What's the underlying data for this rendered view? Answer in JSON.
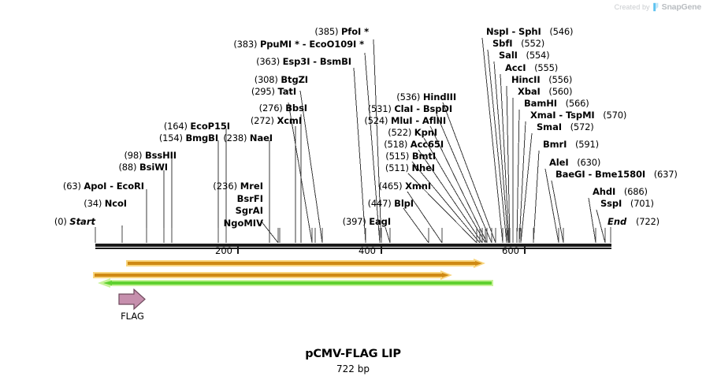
{
  "watermark": {
    "prefix": "Created by",
    "brand": "SnapGene",
    "logo_icon": "snapgene-logo-icon",
    "color": "#c3c7cb"
  },
  "map": {
    "title": "pCMV-FLAG LIP",
    "length_label": "722 bp",
    "sequence_length": 722,
    "start_label": "Start",
    "end_label": "End",
    "start_pos": "(0)",
    "end_pos": "(722)",
    "backbone_color": "#1a1a1a",
    "ruler_ticks": [
      {
        "label": "200",
        "value": 200
      },
      {
        "label": "400",
        "value": 400
      },
      {
        "label": "600",
        "value": 600
      }
    ]
  },
  "sites": [
    {
      "pos": "(34)",
      "value": 34,
      "names": [
        "NcoI"
      ]
    },
    {
      "pos": "(63)",
      "value": 63,
      "names": [
        "ApoI",
        "EcoRI"
      ]
    },
    {
      "pos": "(88)",
      "value": 88,
      "names": [
        "BsiWI"
      ]
    },
    {
      "pos": "(98)",
      "value": 98,
      "names": [
        "BssHII"
      ]
    },
    {
      "pos": "(154)",
      "value": 154,
      "names": [
        "BmgBI"
      ]
    },
    {
      "pos": "(164)",
      "value": 164,
      "names": [
        "EcoP15I"
      ]
    },
    {
      "pos": "(236)",
      "value": 236,
      "names": [
        "MreI",
        "BsrFI",
        "SgrAI",
        "NgoMIV"
      ]
    },
    {
      "pos": "(238)",
      "value": 238,
      "names": [
        "NaeI"
      ]
    },
    {
      "pos": "(272)",
      "value": 272,
      "names": [
        "XcmI"
      ]
    },
    {
      "pos": "(276)",
      "value": 276,
      "names": [
        "BbsI"
      ]
    },
    {
      "pos": "(295)",
      "value": 295,
      "names": [
        "TatI"
      ]
    },
    {
      "pos": "(308)",
      "value": 308,
      "names": [
        "BtgZI"
      ]
    },
    {
      "pos": "(363)",
      "value": 363,
      "names": [
        "Esp3I",
        "BsmBI"
      ]
    },
    {
      "pos": "(383)",
      "value": 383,
      "names": [
        "PpuMI *",
        "EcoO109I *"
      ]
    },
    {
      "pos": "(385)",
      "value": 385,
      "names": [
        "PfoI *"
      ]
    },
    {
      "pos": "(397)",
      "value": 397,
      "names": [
        "EagI"
      ]
    },
    {
      "pos": "(447)",
      "value": 447,
      "names": [
        "BlpI"
      ]
    },
    {
      "pos": "(465)",
      "value": 465,
      "names": [
        "XmnI"
      ]
    },
    {
      "pos": "(511)",
      "value": 511,
      "names": [
        "NheI"
      ]
    },
    {
      "pos": "(515)",
      "value": 515,
      "names": [
        "BmtI"
      ]
    },
    {
      "pos": "(518)",
      "value": 518,
      "names": [
        "Acc65I"
      ]
    },
    {
      "pos": "(522)",
      "value": 522,
      "names": [
        "KpnI"
      ]
    },
    {
      "pos": "(524)",
      "value": 524,
      "names": [
        "MluI",
        "AflIII"
      ]
    },
    {
      "pos": "(531)",
      "value": 531,
      "names": [
        "ClaI",
        "BspDI"
      ]
    },
    {
      "pos": "(536)",
      "value": 536,
      "names": [
        "HindIII"
      ]
    },
    {
      "pos": "(546)",
      "value": 546,
      "names": [
        "NspI",
        "SphI"
      ]
    },
    {
      "pos": "(552)",
      "value": 552,
      "names": [
        "SbfI"
      ]
    },
    {
      "pos": "(554)",
      "value": 554,
      "names": [
        "SalI"
      ]
    },
    {
      "pos": "(555)",
      "value": 555,
      "names": [
        "AccI"
      ]
    },
    {
      "pos": "(556)",
      "value": 556,
      "names": [
        "HincII"
      ]
    },
    {
      "pos": "(560)",
      "value": 560,
      "names": [
        "XbaI"
      ]
    },
    {
      "pos": "(566)",
      "value": 566,
      "names": [
        "BamHI"
      ]
    },
    {
      "pos": "(570)",
      "value": 570,
      "names": [
        "XmaI",
        "TspMI"
      ]
    },
    {
      "pos": "(572)",
      "value": 572,
      "names": [
        "SmaI"
      ]
    },
    {
      "pos": "(591)",
      "value": 591,
      "names": [
        "BmrI"
      ]
    },
    {
      "pos": "(630)",
      "value": 630,
      "names": [
        "AleI"
      ]
    },
    {
      "pos": "(637)",
      "value": 637,
      "names": [
        "BaeGI",
        "Bme1580I"
      ]
    },
    {
      "pos": "(686)",
      "value": 686,
      "names": [
        "AhdI"
      ]
    },
    {
      "pos": "(701)",
      "value": 701,
      "names": [
        "SspI"
      ]
    }
  ],
  "labels": {
    "l_34": {
      "pos": "(34)",
      "text": "NcoI"
    },
    "l_63": {
      "pos": "(63)",
      "text": "ApoI  -  EcoRI"
    },
    "l_88": {
      "pos": "(88)",
      "text": "BsiWI"
    },
    "l_98": {
      "pos": "(98)",
      "text": "BssHII"
    },
    "l_154": {
      "pos": "(154)",
      "text": "BmgBI"
    },
    "l_164": {
      "pos": "(164)",
      "text": "EcoP15I"
    },
    "l_238": {
      "pos": "(238)",
      "text": "NaeI"
    },
    "l_236": {
      "pos": "(236)",
      "n1": "MreI",
      "n2": "BsrFI",
      "n3": "SgrAI",
      "n4": "NgoMIV"
    },
    "l_272": {
      "pos": "(272)",
      "text": "XcmI"
    },
    "l_276": {
      "pos": "(276)",
      "text": "BbsI"
    },
    "l_295": {
      "pos": "(295)",
      "text": "TatI"
    },
    "l_308": {
      "pos": "(308)",
      "text": "BtgZI"
    },
    "l_363": {
      "pos": "(363)",
      "text": "Esp3I  -  BsmBI"
    },
    "l_383": {
      "pos": "(383)",
      "text": "PpuMI *  -  EcoO109I *"
    },
    "l_385": {
      "pos": "(385)",
      "text": "PfoI *"
    },
    "l_397": {
      "pos": "(397)",
      "text": "EagI"
    },
    "l_447": {
      "pos": "(447)",
      "text": "BlpI"
    },
    "l_465": {
      "pos": "(465)",
      "text": "XmnI"
    },
    "l_511": {
      "pos": "(511)",
      "text": "NheI"
    },
    "l_515": {
      "pos": "(515)",
      "text": "BmtI"
    },
    "l_518": {
      "pos": "(518)",
      "text": "Acc65I"
    },
    "l_522": {
      "pos": "(522)",
      "text": "KpnI"
    },
    "l_524": {
      "pos": "(524)",
      "text": "MluI  -  AflIII"
    },
    "l_531": {
      "pos": "(531)",
      "text": "ClaI  -  BspDI"
    },
    "l_536": {
      "pos": "(536)",
      "text": "HindIII"
    },
    "l_546": {
      "pos": "(546)",
      "text": "NspI  -  SphI"
    },
    "l_552": {
      "pos": "(552)",
      "text": "SbfI"
    },
    "l_554": {
      "pos": "(554)",
      "text": "SalI"
    },
    "l_555": {
      "pos": "(555)",
      "text": "AccI"
    },
    "l_556": {
      "pos": "(556)",
      "text": "HincII"
    },
    "l_560": {
      "pos": "(560)",
      "text": "XbaI"
    },
    "l_566": {
      "pos": "(566)",
      "text": "BamHI"
    },
    "l_570": {
      "pos": "(570)",
      "text": "XmaI  -  TspMI"
    },
    "l_572": {
      "pos": "(572)",
      "text": "SmaI"
    },
    "l_591": {
      "pos": "(591)",
      "text": "BmrI"
    },
    "l_630": {
      "pos": "(630)",
      "text": "AleI"
    },
    "l_637": {
      "pos": "(637)",
      "text": "BaeGI  -  Bme1580I"
    },
    "l_686": {
      "pos": "(686)",
      "text": "AhdI"
    },
    "l_701": {
      "pos": "(701)",
      "text": "SspI"
    }
  },
  "features": [
    {
      "name": "orf-top",
      "label": "",
      "direction": "right",
      "fill": "#d08a16",
      "border": "#f8d57e",
      "track": 1
    },
    {
      "name": "orf-middle",
      "label": "",
      "direction": "right",
      "fill": "#d08a16",
      "border": "#f8d57e",
      "track": 2
    },
    {
      "name": "orf-bottom",
      "label": "",
      "direction": "left",
      "fill": "#5fd130",
      "border": "#c8f29a",
      "track": 3
    },
    {
      "name": "flag-tag",
      "label": "FLAG",
      "direction": "right",
      "fill": "#c68fad",
      "border": "#7a5468",
      "track": 4
    }
  ],
  "ruler": {
    "tick_200": "200",
    "tick_400": "400",
    "tick_600": "600"
  }
}
